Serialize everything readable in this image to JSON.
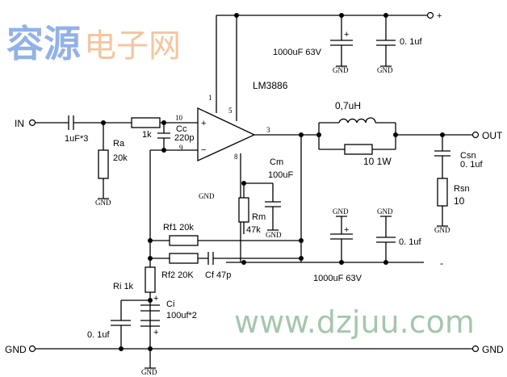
{
  "terminals": {
    "in": "IN",
    "out": "OUT",
    "plus": "+",
    "minus": "-",
    "gnd_left": "GND",
    "gnd_right": "GND"
  },
  "chip": {
    "name": "LM3886",
    "pin1": "1",
    "pin5": "5",
    "pin10": "10",
    "pin9": "9",
    "pin3": "3",
    "pin8": "8",
    "plus": "+",
    "minus": "−"
  },
  "components": {
    "c_in": "1uF*3",
    "ra_name": "Ra",
    "ra_value": "20k",
    "r_in": "1k",
    "cc_name": "Cc",
    "cc_value": "220p",
    "c_top_bulk": "1000uF 63V",
    "c_top_small": "0. 1uf",
    "inductor": "0,7uH",
    "r_out": "10 1W",
    "csn_name": "Csn",
    "csn_value": "0. 1uf",
    "rsn_name": "Rsn",
    "rsn_value": "10",
    "cm_name": "Cm",
    "cm_value": "100uF",
    "rm_name": "Rm",
    "rm_value": "47k",
    "rf1": "Rf1 20k",
    "rf2": "Rf2 20K",
    "cf": "Cf 47p",
    "c_bot_bulk": "1000uF 63V",
    "c_bot_small": "0. 1uf",
    "ri": "Ri 1k",
    "ci_name": "Ci",
    "ci_value": "100uf*2",
    "c_gnd_small": "0. 1uf",
    "polarity_plus": "+"
  },
  "gnd_label": "GND",
  "watermark": {
    "cn1": "容源",
    "cn2": "电子网",
    "url": "www.dzjuu.com"
  }
}
